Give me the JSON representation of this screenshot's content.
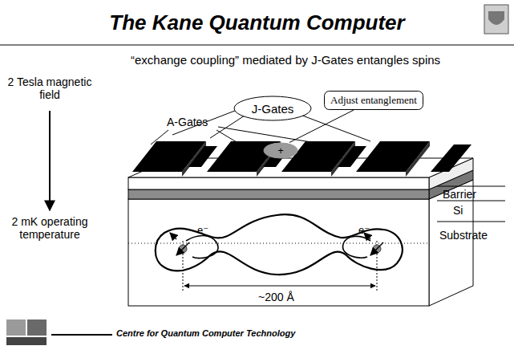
{
  "diagram": {
    "title": "The Kane Quantum Computer",
    "nodes": [
      {
        "text": [
          "J-Gates"
        ]
      },
      {
        "text": [
          "Adjust entanglement"
        ]
      },
      {
        "text": [
          "+"
        ]
      }
    ],
    "edges": [
      {
        "from": 1,
        "to": 2,
        "arrow": "none"
      }
    ],
    "labels": [
      "“exchange coupling” mediated by J-Gates entangles spins",
      "2 Tesla magnetic field",
      "2 mK operating temperature",
      "A-Gates",
      "Barrier",
      "Si",
      "Substrate",
      "e⁻",
      "e⁻",
      "~200 Å",
      "Centre for Quantum Computer Technology"
    ]
  }
}
